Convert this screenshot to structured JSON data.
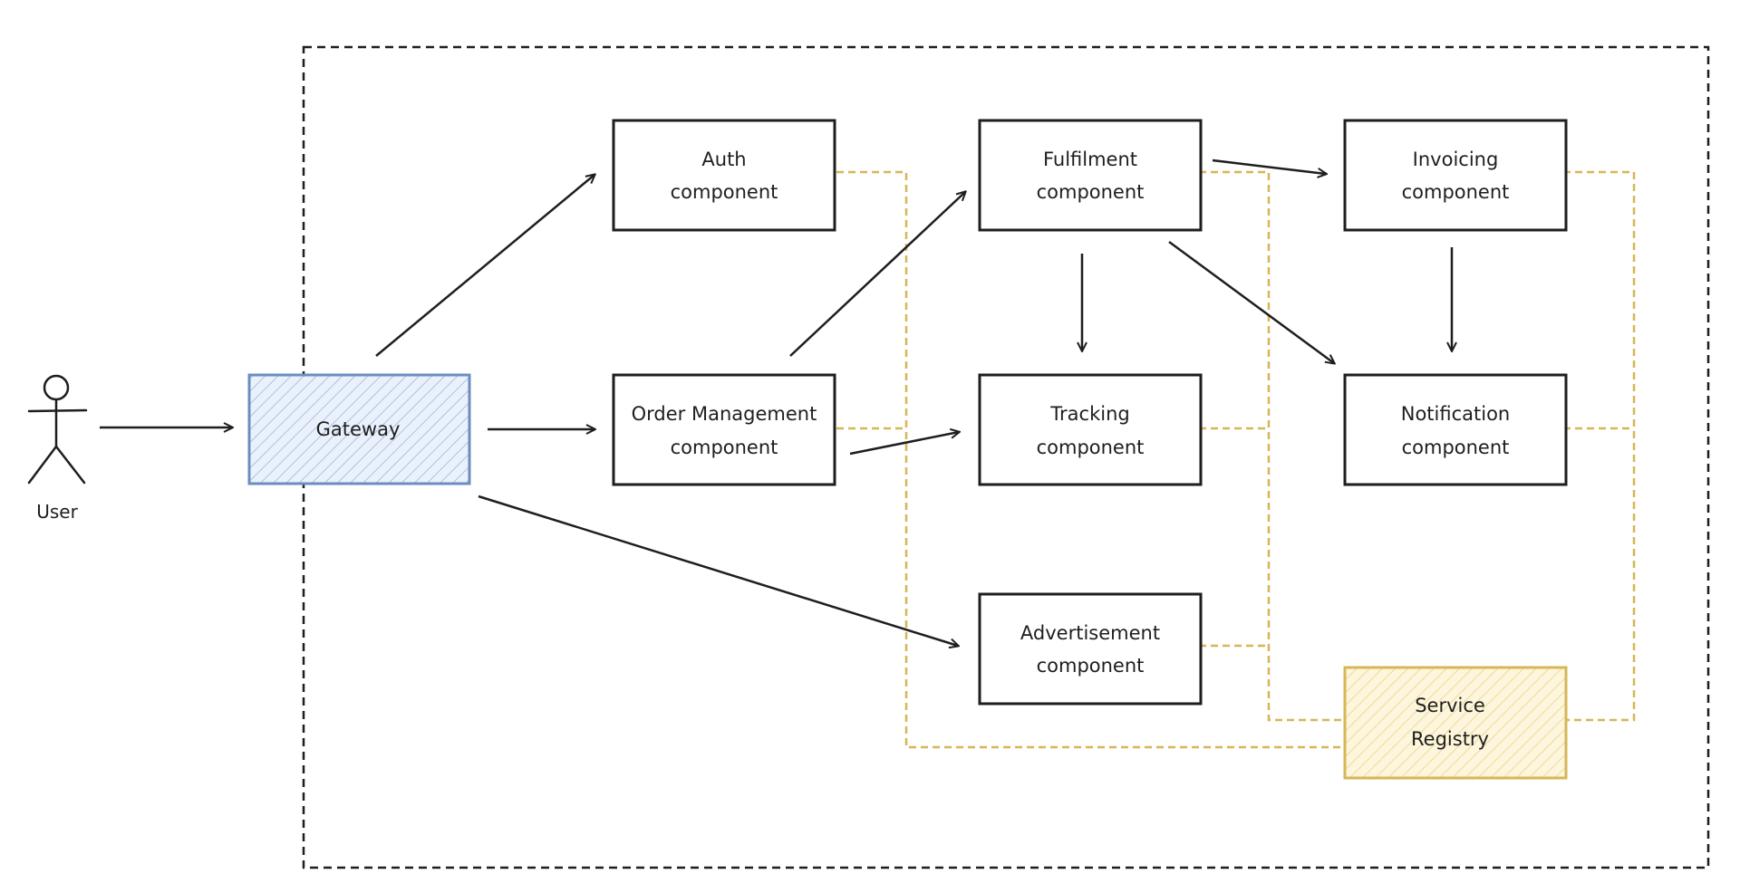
{
  "diagram": {
    "actor": {
      "label": "User"
    },
    "gateway": {
      "label": "Gateway"
    },
    "nodes": {
      "auth": {
        "line1": "Auth",
        "line2": "component"
      },
      "order": {
        "line1": "Order Management",
        "line2": "component"
      },
      "fulfilment": {
        "line1": "Fulfilment",
        "line2": "component"
      },
      "tracking": {
        "line1": "Tracking",
        "line2": "component"
      },
      "advertisement": {
        "line1": "Advertisement",
        "line2": "component"
      },
      "invoicing": {
        "line1": "Invoicing",
        "line2": "component"
      },
      "notification": {
        "line1": "Notification",
        "line2": "component"
      },
      "registry": {
        "line1": "Service",
        "line2": "Registry"
      }
    },
    "colors": {
      "stroke": "#1e1e1e",
      "gateway_stroke": "#6c8ebf",
      "gateway_fill": "#dae8fc",
      "registry_stroke": "#d6b656",
      "registry_fill": "#fff2cc",
      "registry_links": "#d6b656"
    }
  }
}
